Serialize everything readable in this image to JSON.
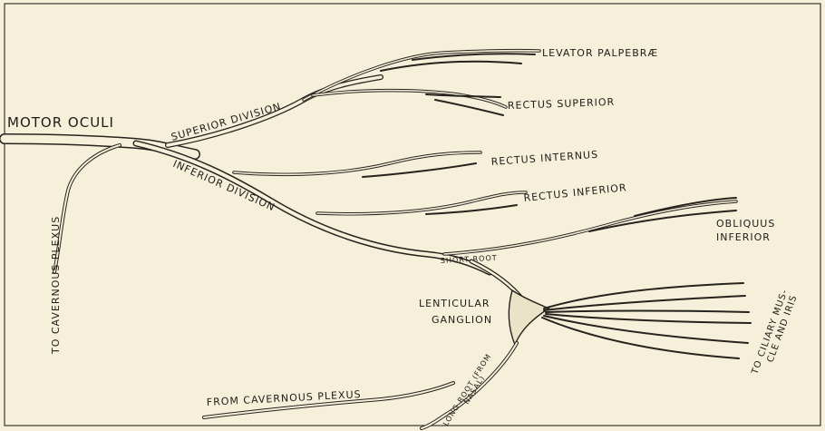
{
  "labels": {
    "motor_oculi": "MOTOR OCULI",
    "superior_division": "SUPERIOR DIVISION",
    "inferior_division": "INFERIOR DIVISION",
    "to_cavernous_plexus": "TO CAVERNOUS PLEXUS",
    "levator_palpebrae": "LEVATOR PALPEBRÆ",
    "rectus_superior": "RECTUS SUPERIOR",
    "rectus_internus": "RECTUS INTERNUS",
    "rectus_inferior": "RECTUS INFERIOR",
    "obliquus_inferior_1": "OBLIQUUS",
    "obliquus_inferior_2": "INFERIOR",
    "short_root": "SHORT ROOT",
    "lenticular_ganglion_1": "LENTICULAR",
    "lenticular_ganglion_2": "GANGLION",
    "to_ciliary_1": "TO CILIARY MUS-",
    "to_ciliary_2": "CLE AND IRIS",
    "long_root_1": "LONG ROOT (FROM",
    "long_root_2": "NASAL)",
    "from_cavernous_plexus": "FROM CAVERNOUS PLEXUS"
  },
  "colors": {
    "paper": "#f6f0da",
    "ink": "#26231e"
  }
}
